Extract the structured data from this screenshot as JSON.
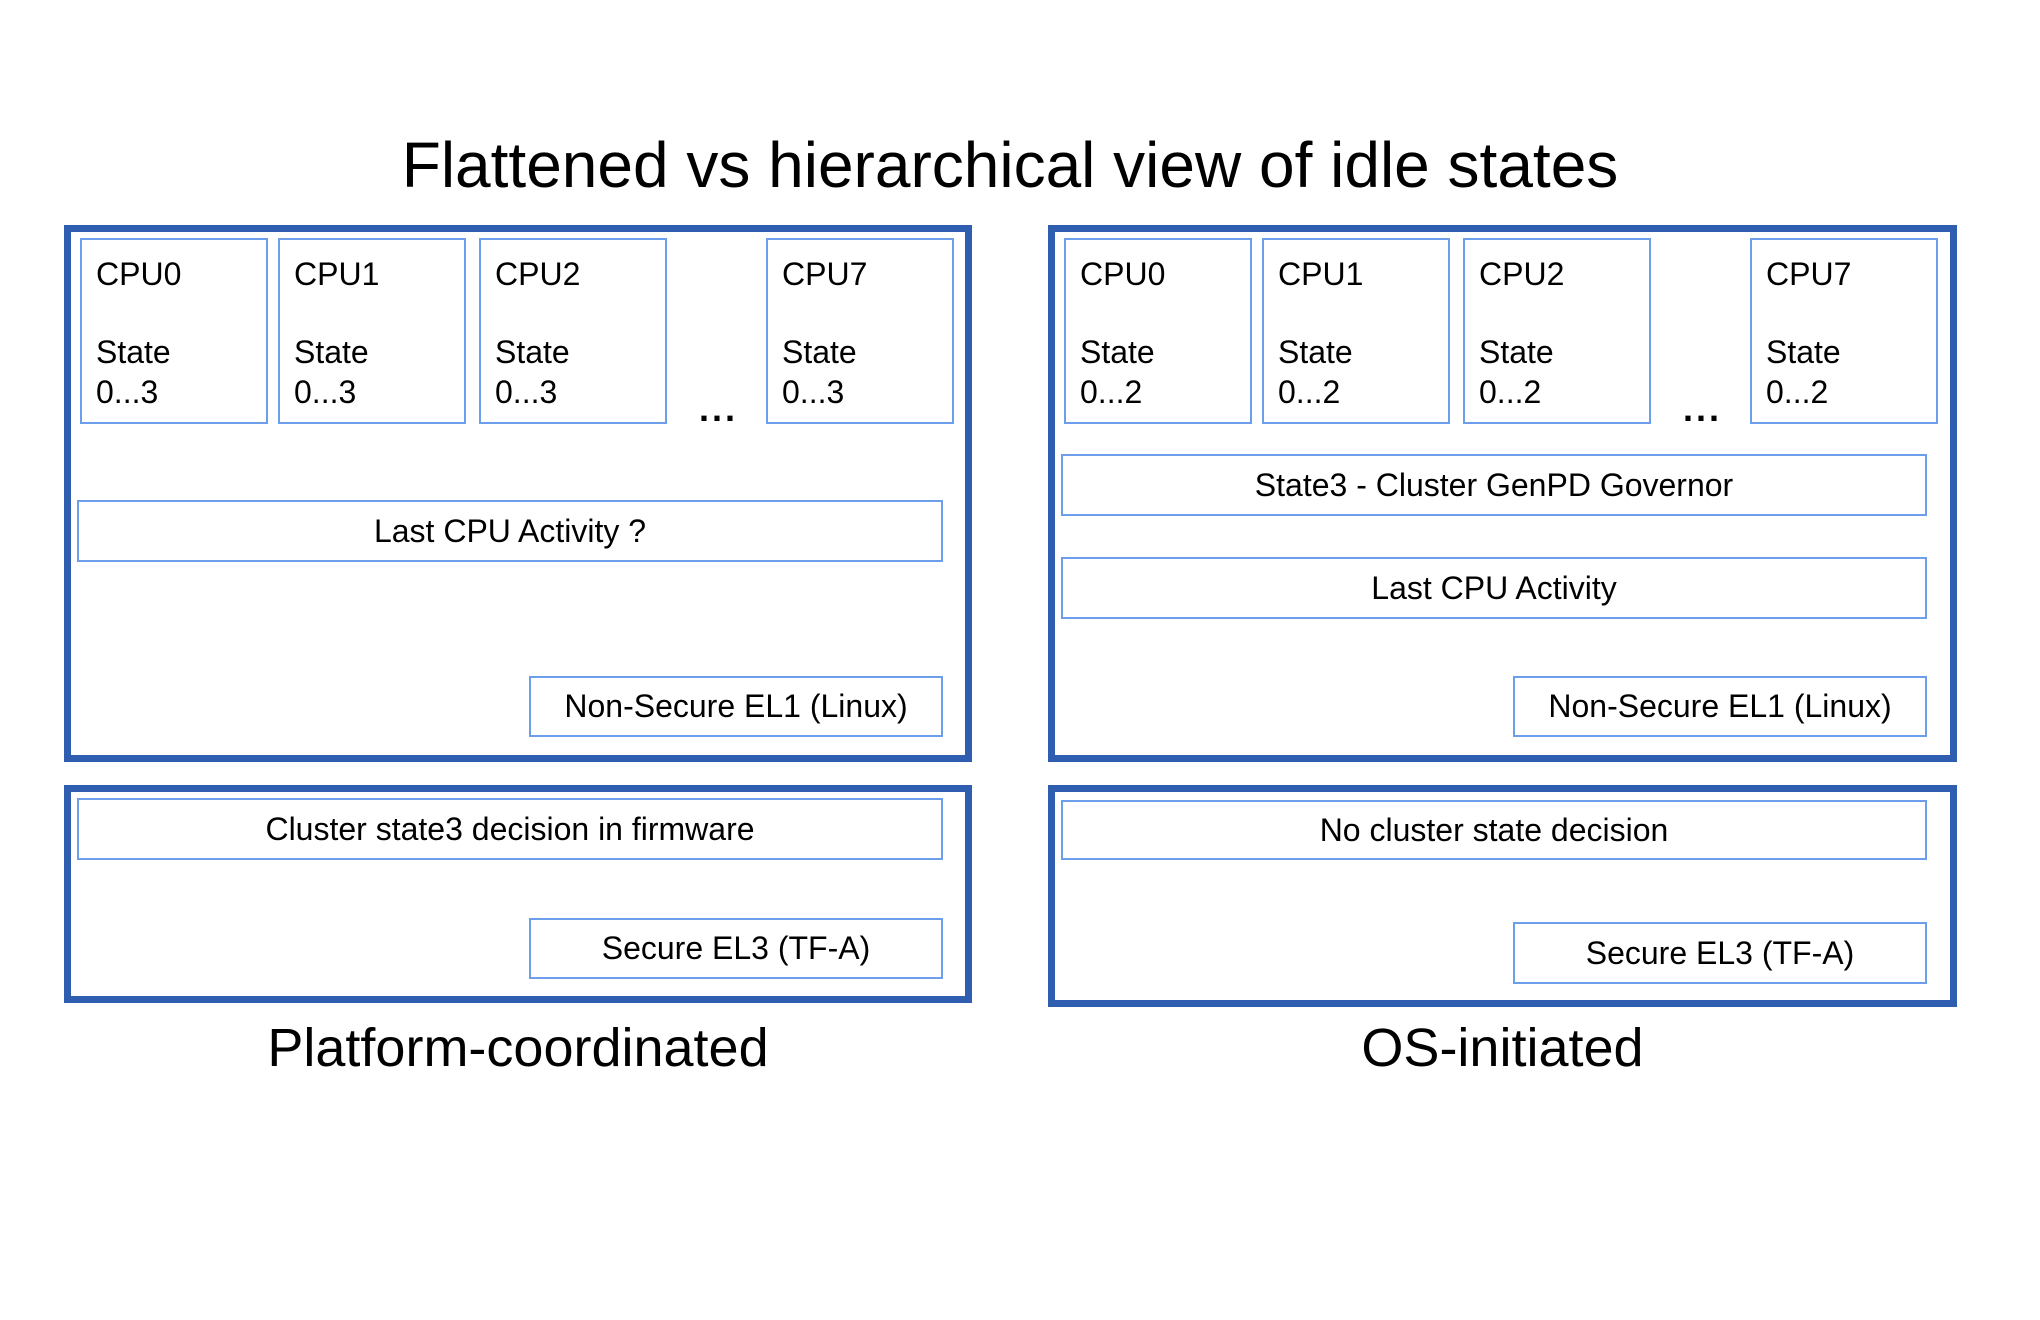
{
  "title": "Flattened vs hierarchical view of idle states",
  "colors": {
    "panel_border": "#2f5eb0",
    "box_border": "#6d9eeb",
    "text": "#000000",
    "background": "#ffffff"
  },
  "left": {
    "label": "Platform-coordinated",
    "ellipsis": "...",
    "cpus": [
      {
        "name": "CPU0",
        "state_label": "State",
        "state_range": "0...3"
      },
      {
        "name": "CPU1",
        "state_label": "State",
        "state_range": "0...3"
      },
      {
        "name": "CPU2",
        "state_label": "State",
        "state_range": "0...3"
      },
      {
        "name": "CPU7",
        "state_label": "State",
        "state_range": "0...3"
      }
    ],
    "activity_box": "Last CPU Activity ?",
    "el1_box": "Non-Secure EL1 (Linux)",
    "firmware_box": "Cluster state3 decision in firmware",
    "el3_box": "Secure EL3 (TF-A)"
  },
  "right": {
    "label": "OS-initiated",
    "ellipsis": "...",
    "cpus": [
      {
        "name": "CPU0",
        "state_label": "State",
        "state_range": "0...2"
      },
      {
        "name": "CPU1",
        "state_label": "State",
        "state_range": "0...2"
      },
      {
        "name": "CPU2",
        "state_label": "State",
        "state_range": "0...2"
      },
      {
        "name": "CPU7",
        "state_label": "State",
        "state_range": "0...2"
      }
    ],
    "governor_box": "State3 - Cluster GenPD Governor",
    "activity_box": "Last CPU Activity",
    "el1_box": "Non-Secure EL1 (Linux)",
    "decision_box": "No cluster state decision",
    "el3_box": "Secure EL3 (TF-A)"
  }
}
